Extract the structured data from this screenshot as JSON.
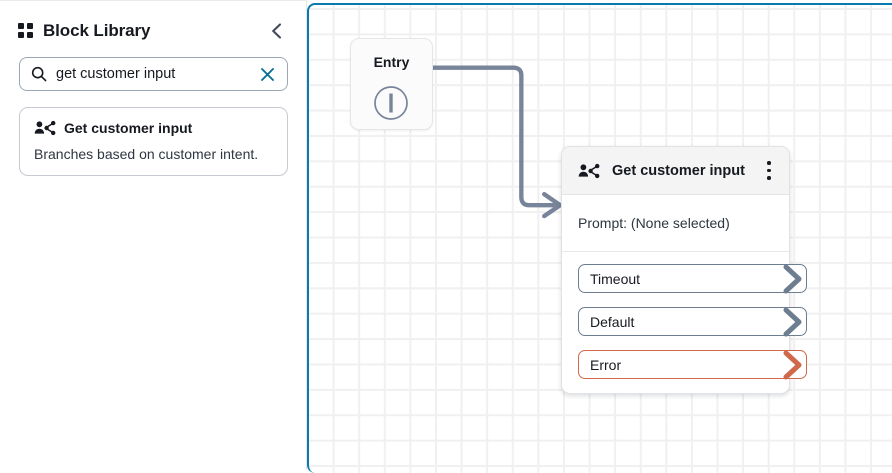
{
  "sidebar": {
    "icon": "grid-blocks-icon",
    "title": "Block Library",
    "collapse_icon": "chevron-left-icon",
    "search": {
      "icon": "search-icon",
      "value": "get customer input",
      "placeholder": "Search blocks",
      "clear_icon": "close-x-icon",
      "clear_color": "#0a6e8f"
    },
    "results": [
      {
        "icon": "person-branch-icon",
        "title": "Get customer input",
        "description": "Branches based on customer intent."
      }
    ]
  },
  "canvas": {
    "focus_border_color": "#0a7aad",
    "grid_color": "#f0f0f1",
    "entry_node": {
      "label": "Entry",
      "port_icon": "output-port-circle-icon"
    },
    "flow_node": {
      "icon": "person-branch-icon",
      "title": "Get customer input",
      "menu_icon": "kebab-menu-icon",
      "body_text": "Prompt: (None selected)",
      "branches": [
        {
          "label": "Timeout",
          "color": "#6e7e91",
          "arrow_icon": "chevron-right-arrow-icon"
        },
        {
          "label": "Default",
          "color": "#6e7e91",
          "arrow_icon": "chevron-right-arrow-icon"
        },
        {
          "label": "Error",
          "color": "#d0684a",
          "arrow_icon": "chevron-right-arrow-icon"
        }
      ]
    },
    "connector": {
      "color": "#78849a",
      "from": "entry_node",
      "to": "flow_node"
    }
  }
}
